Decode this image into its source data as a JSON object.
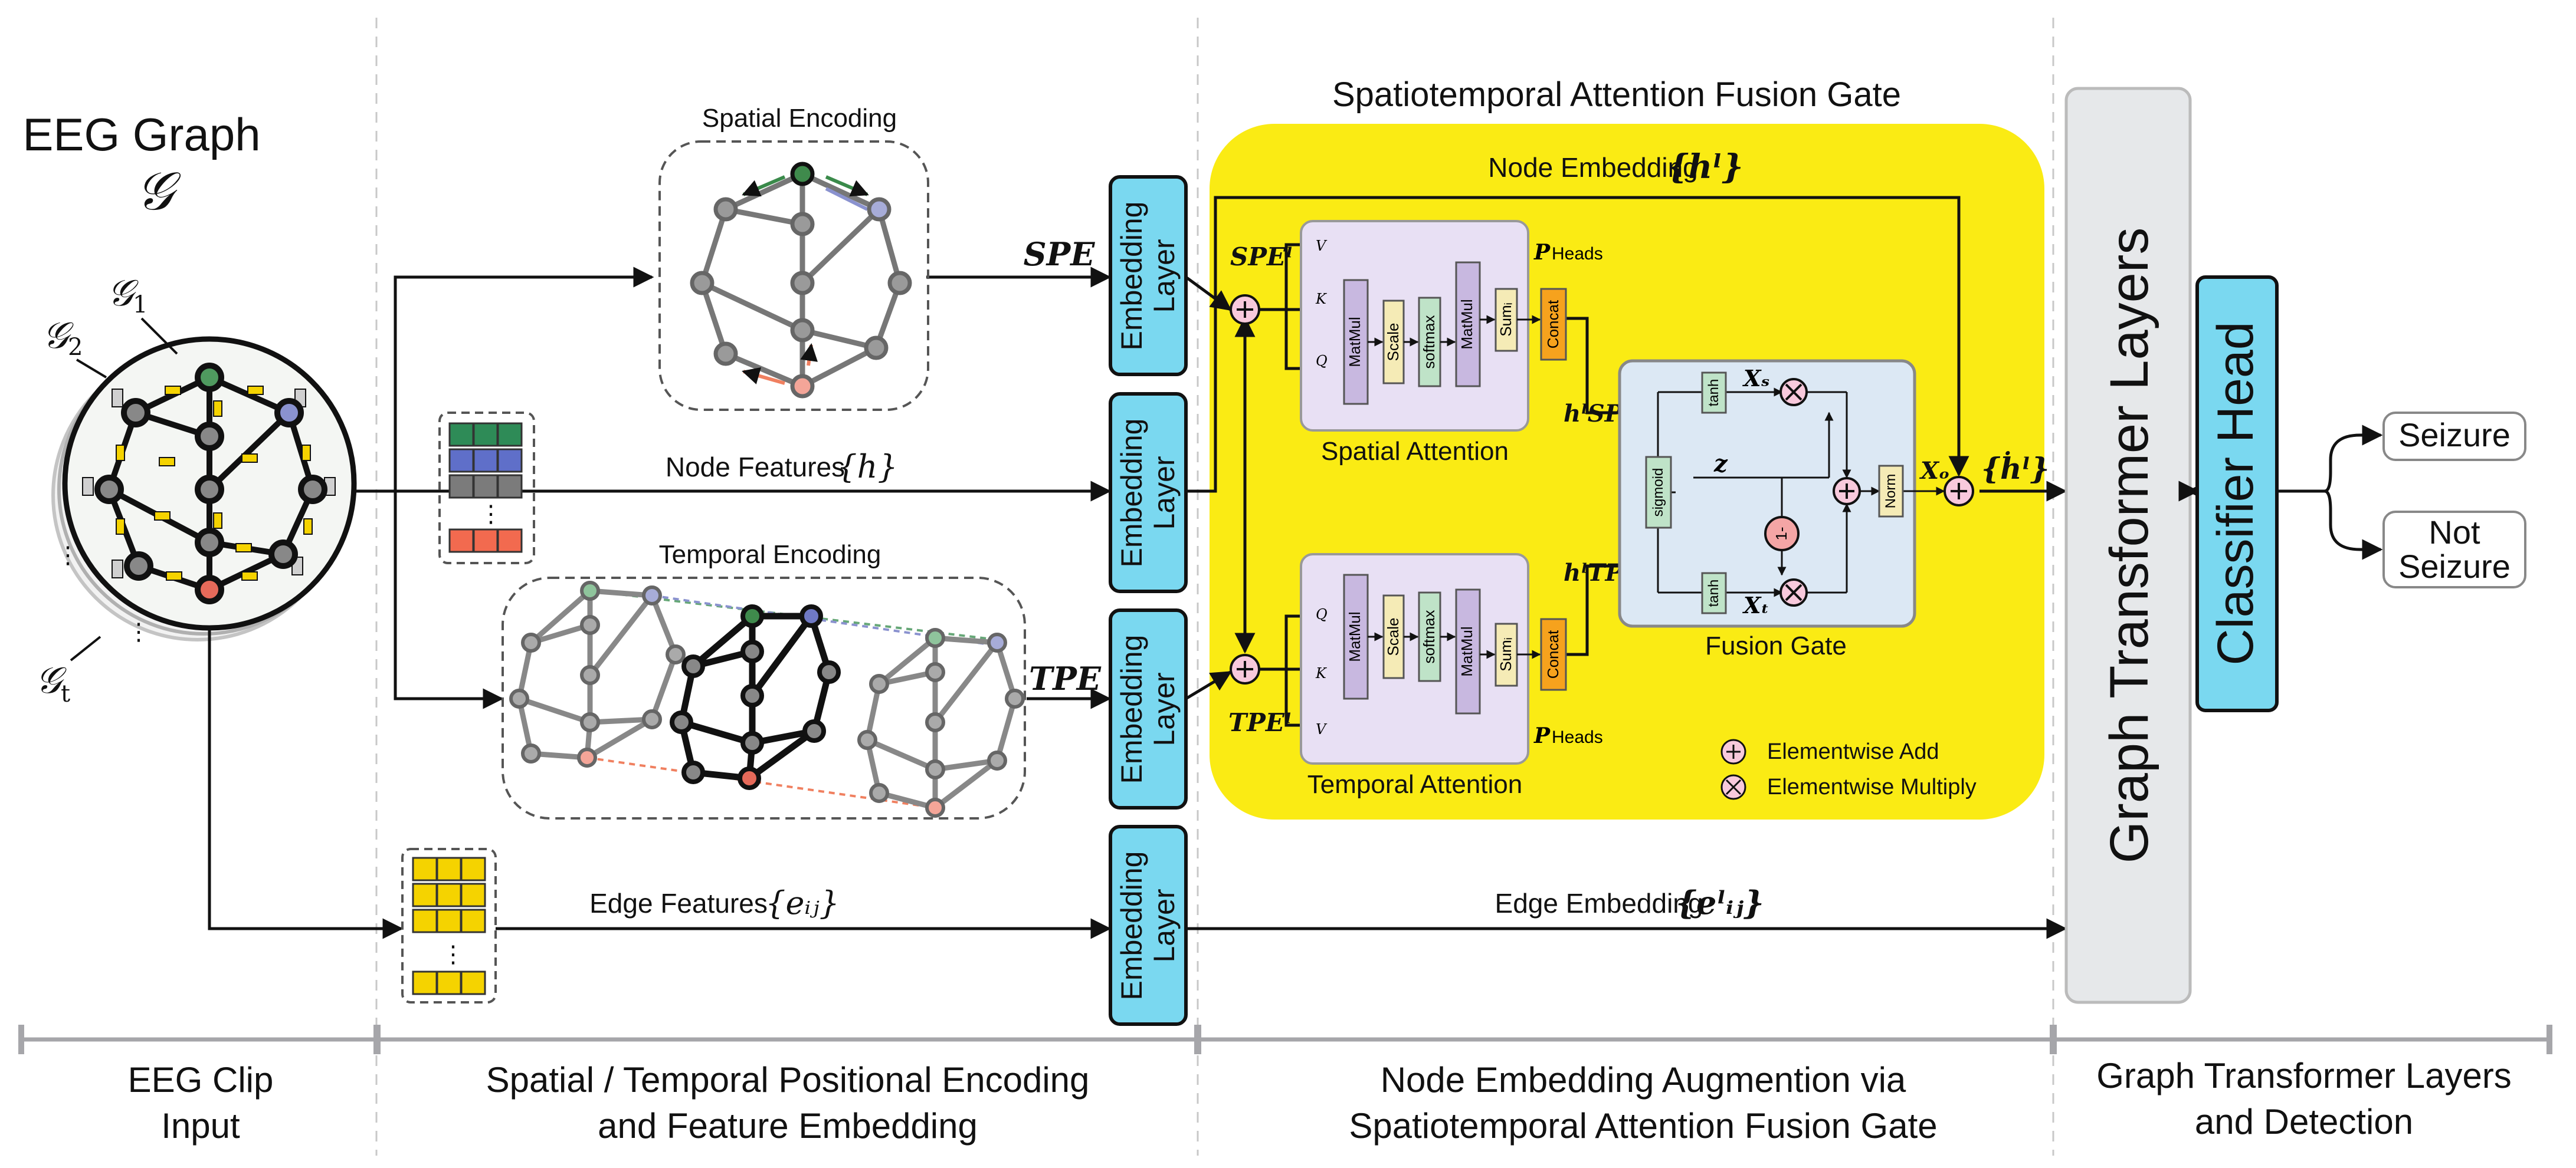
{
  "colors": {
    "cyan": "#7ad8f0",
    "yellow": "#faeb14",
    "grey_panel": "#e6e8ea",
    "lavender": "#e8e0f4",
    "purple_block": "#c8b8e0",
    "green_block": "#bfe3c8",
    "beige_block": "#f5ebb6",
    "orange_block": "#f6a21d",
    "fusion_box": "#dce8f4",
    "add_fill": "#f8c9dc"
  },
  "input": {
    "title": "EEG Graph",
    "symbol": "𝒢",
    "g1": "𝒢",
    "g1_sub": "1",
    "g2": "𝒢",
    "g2_sub": "2",
    "gt": "𝒢",
    "gt_sub": "t"
  },
  "encoding": {
    "spatial_title": "Spatial Encoding",
    "temporal_title": "Temporal Encoding",
    "spe": "SPE",
    "tpe": "TPE",
    "node_features": "Node Features",
    "node_features_sym": "{h}",
    "edge_features": "Edge Features",
    "edge_features_sym": "{eᵢⱼ}",
    "embedding_layer_1": "Embedding",
    "embedding_layer_2": "Layer"
  },
  "fusion": {
    "title": "Spatiotemporal Attention Fusion Gate",
    "node_embedding": "Node Embedding",
    "node_embedding_sym": "{hˡ}",
    "spe_l": "SPEˡ",
    "tpe_l": "TPEˡ",
    "p_heads_p": "P",
    "p_heads": "Heads",
    "matmul": "MatMul",
    "scale": "Scale",
    "softmax": "softmax",
    "sum": "Sumᵢ",
    "concat": "Concat",
    "v": "V",
    "k": "K",
    "q": "Q",
    "spatial_attention": "Spatial Attention",
    "temporal_attention": "Temporal Attention",
    "fusion_gate": "Fusion Gate",
    "h_spe": "hˡSPE",
    "h_tpe": "hˡTPE",
    "tanh": "tanh",
    "sigmoid": "sigmoid",
    "norm": "Norm",
    "one_minus": "1-",
    "xs": "Xₛ",
    "xt": "Xₜ",
    "z": "z",
    "xo": "Xₒ",
    "h_out": "{ḣˡ}",
    "legend_add": "Elementwise Add",
    "legend_mul": "Elementwise Multiply",
    "edge_embedding": "Edge Embedding",
    "edge_embedding_sym": "{eˡᵢⱼ}"
  },
  "output": {
    "graph_transformer": "Graph Transformer Layers",
    "classifier": "Classifier Head",
    "seizure": "Seizure",
    "not_seizure_1": "Not",
    "not_seizure_2": "Seizure"
  },
  "stages": {
    "s1_line1": "EEG Clip",
    "s1_line2": "Input",
    "s2_line1": "Spatial / Temporal Positional Encoding",
    "s2_line2": "and Feature Embedding",
    "s3_line1": "Node Embedding Augmention via",
    "s3_line2": "Spatiotemporal Attention Fusion Gate",
    "s4_line1": "Graph Transformer Layers",
    "s4_line2": "and Detection"
  }
}
